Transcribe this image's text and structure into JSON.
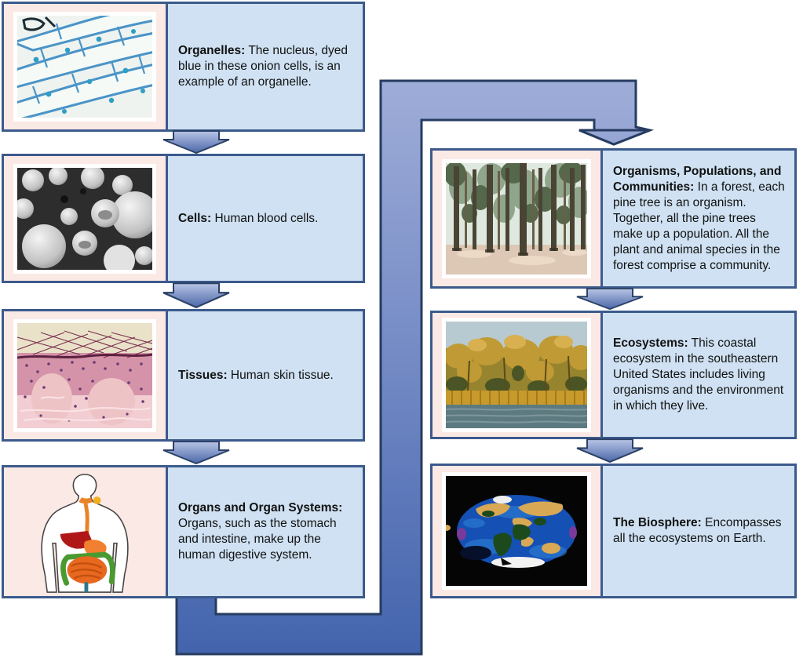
{
  "diagram": {
    "topic": "levels-of-biological-organization",
    "levels": [
      {
        "id": "organelles",
        "label": "Organelles:",
        "description": "The nucleus, dyed blue in these onion cells, is an example of an organelle.",
        "image": "onion-cells-micrograph"
      },
      {
        "id": "cells",
        "label": "Cells:",
        "description": "Human blood cells.",
        "image": "human-blood-cells-electron-micrograph"
      },
      {
        "id": "tissues",
        "label": "Tissues:",
        "description": "Human skin tissue.",
        "image": "human-skin-tissue-micrograph"
      },
      {
        "id": "organs",
        "label": "Organs and Organ Systems:",
        "description": "Organs, such as the stomach and intestine, make up the human digestive system.",
        "image": "human-digestive-system-illustration"
      },
      {
        "id": "organisms-populations-communities",
        "label": "Organisms, Populations, and Communities:",
        "description": "In a forest, each pine tree is an organism. Together, all the pine trees make up a population. All the plant and animal species in the forest comprise a community.",
        "image": "pine-forest-photo"
      },
      {
        "id": "ecosystems",
        "label": "Ecosystems:",
        "description": "This coastal ecosystem in the southeastern United States includes living organisms and the environment in which they live.",
        "image": "coastal-ecosystem-photo"
      },
      {
        "id": "biosphere",
        "label": "The Biosphere:",
        "description": "Encompasses all the ecosystems on Earth.",
        "image": "earth-biosphere-satellite-map"
      }
    ],
    "colors": {
      "text_box_fill": "#cfe1f2",
      "image_panel_fill": "#fbe9e5",
      "box_border": "#3c5a8c",
      "arrow_fill_light": "#aab8e0",
      "arrow_fill_dark": "#4866aa",
      "arrow_outline": "#263c60",
      "text_color": "#111111",
      "background": "#ffffff"
    }
  }
}
